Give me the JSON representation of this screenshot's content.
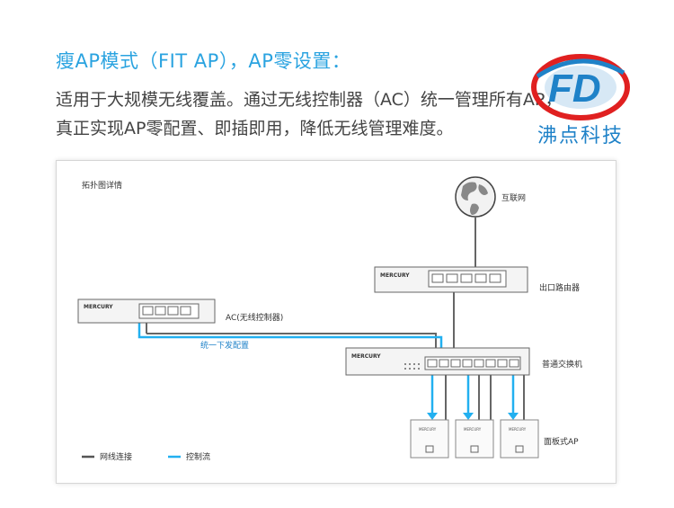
{
  "header": {
    "title": "瘦AP模式（FIT AP），AP零设置：",
    "desc_line1": "适用于大规模无线覆盖。通过无线控制器（AC）统一管理所有AP，",
    "desc_line2": "真正实现AP零配置、即插即用，降低无线管理难度。"
  },
  "brand": {
    "name": "沸点科技",
    "logo_text": "FD"
  },
  "diagram": {
    "title": "拓扑图详情",
    "device_brand": "MERCURY",
    "labels": {
      "internet": "互联网",
      "router": "出口路由器",
      "ac": "AC(无线控制器)",
      "config": "统一下发配置",
      "switch": "普通交换机",
      "ap": "面板式AP"
    },
    "legend": [
      {
        "label": "网线连接",
        "color": "#555555"
      },
      {
        "label": "控制流",
        "color": "#22b0f0"
      }
    ]
  },
  "colors": {
    "accent": "#2aa3e0",
    "control_flow": "#22b0f0",
    "cable": "#555555",
    "logo_red": "#e02020",
    "logo_blue": "#1f82c8"
  }
}
